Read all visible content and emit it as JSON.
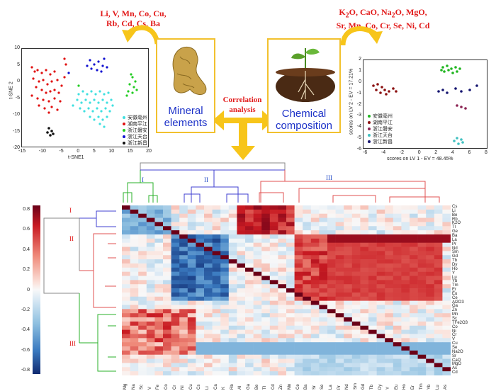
{
  "top_left_elements": [
    "Li, V, Mn, Co, Cu,",
    "Rb, Cd, Cs, Ba"
  ],
  "top_right_elements": [
    "K2O, CaO, Na2O, MgO,",
    "Sr, Mn, Co, Cr, Se, Ni, Cd"
  ],
  "mineral_box": {
    "label_line1": "Mineral",
    "label_line2": "elements"
  },
  "chemical_box": {
    "label_line1": "Chemical",
    "label_line2": "composition"
  },
  "correlation": {
    "line1": "Correlation",
    "line2": "analysis"
  },
  "tsne": {
    "xlabel": "t-SNE1",
    "ylabel": "t-SNE 2",
    "xticks": [
      "-15",
      "-10",
      "-5",
      "0",
      "5",
      "10",
      "15",
      "20"
    ],
    "yticks": [
      "10",
      "5",
      "0",
      "-5",
      "-10",
      "-15",
      "-20"
    ],
    "legend": [
      {
        "name": "安徽亳州",
        "color": "#40e0e0"
      },
      {
        "name": "湖南平江",
        "color": "#e01010"
      },
      {
        "name": "浙江磐安",
        "color": "#22cc22"
      },
      {
        "name": "浙江天台",
        "color": "#1010d0"
      },
      {
        "name": "浙江新昌",
        "color": "#111111"
      }
    ]
  },
  "pls": {
    "xlabel": "scores on LV 1 - EV = 48.45%",
    "ylabel": "scores on LV 2 - EV = 17.21%",
    "xticks": [
      "-6",
      "-4",
      "-2",
      "0",
      "2",
      "4",
      "6",
      "8"
    ],
    "yticks": [
      "2",
      "1",
      "0",
      "-1",
      "-2",
      "-3",
      "-4",
      "-5",
      "-6"
    ],
    "legend": [
      {
        "name": "安徽亳州",
        "color": "#1fb51f"
      },
      {
        "name": "湖南平江",
        "color": "#8b1010"
      },
      {
        "name": "浙江磐安",
        "color": "#8b2252"
      },
      {
        "name": "浙江天台",
        "color": "#40c0c0"
      },
      {
        "name": "浙江新昌",
        "color": "#151570"
      }
    ]
  },
  "cluster_labels": {
    "top": [
      "I",
      "II",
      "III"
    ],
    "left": [
      "I",
      "II",
      "III"
    ]
  },
  "colorbar_ticks": [
    "0.8",
    "0.6",
    "0.4",
    "0.2",
    "0",
    "-0.2",
    "-0.4",
    "-0.6",
    "-0.8"
  ],
  "heatmap": {
    "rows": [
      "Cs",
      "Li",
      "Be",
      "Rb",
      "K2O",
      "Tl",
      "Ge",
      "Ba",
      "La",
      "Pr",
      "Nd",
      "Sm",
      "Gd",
      "Tb",
      "Dy",
      "Ho",
      "Y",
      "Lu",
      "Yb",
      "Tm",
      "Er",
      "Eu",
      "Ce",
      "Al2O3",
      "Ga",
      "Zn",
      "Mn",
      "Sc",
      "TFe2O3",
      "Co",
      "Ni",
      "Cr",
      "V",
      "Cu",
      "Se",
      "Na2O",
      "Sr",
      "CaO",
      "MgO",
      "As",
      "Cd"
    ],
    "cols": [
      "Mg",
      "Na",
      "Sc",
      "V",
      "Fe",
      "Co",
      "Cr",
      "Ni",
      "Cu",
      "Cs",
      "Li",
      "Ca",
      "K",
      "Rb",
      "Al",
      "Ga",
      "Be",
      "Tl",
      "Cd",
      "Zn",
      "Mn",
      "Ce",
      "Ba",
      "Sr",
      "Se",
      "La",
      "Pr",
      "Nd",
      "Sm",
      "Gd",
      "Tb",
      "Dy",
      "Y",
      "Eu",
      "Ho",
      "Er",
      "Tm",
      "Yb",
      "Lu",
      "As"
    ]
  }
}
